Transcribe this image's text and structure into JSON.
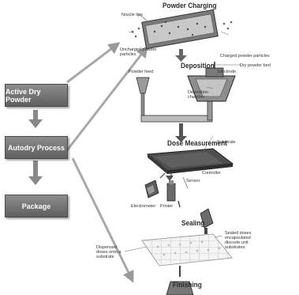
{
  "process_steps": [
    {
      "label": "Active Dry Powder"
    },
    {
      "label": "Autodry Process"
    },
    {
      "label": "Package"
    }
  ],
  "stages": {
    "charging": "Powder Charging",
    "deposition": "Deposition",
    "measurement": "Dose Measurement",
    "sealing": "Sealing",
    "finishing": "Finishing"
  },
  "labels": {
    "nozzle_tips": "Nozzle tips",
    "uncharged_particles": "Uncharged powder particles",
    "charged_particles": "Charged powder particles",
    "powder_feed": "Powder feed",
    "electrode": "Electrode",
    "dry_powder_bed": "Dry powder bed",
    "deposition_chamber": "Deposition chamber",
    "substrate": "Substrate",
    "sensor": "Sensor",
    "controller": "Controller",
    "electrometer": "Electrometer",
    "printer": "Printer",
    "dispensed_doses": "Dispensed doses onto a substrate",
    "sealed_doses": "Sealed doses encapsulated discrete unit substrates"
  }
}
